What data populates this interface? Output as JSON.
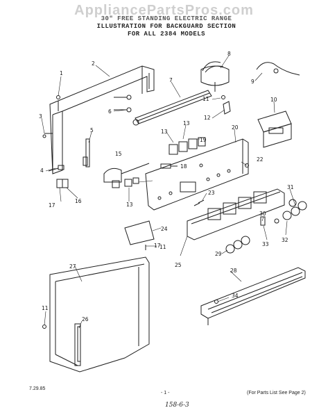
{
  "watermark": "AppliancePartsPros.com",
  "header": {
    "line1": "30\" FREE STANDING ELECTRIC RANGE",
    "line2": "ILLUSTRATION FOR BACKGUARD SECTION",
    "line3": "FOR ALL 2384 MODELS"
  },
  "callouts": [
    "1",
    "2",
    "3",
    "4",
    "5",
    "6",
    "7",
    "8",
    "9",
    "10",
    "11",
    "12",
    "13",
    "13",
    "13",
    "15",
    "16",
    "17",
    "18",
    "19",
    "20",
    "22",
    "23",
    "24",
    "11",
    "25",
    "27",
    "28",
    "29",
    "30",
    "31",
    "32",
    "33",
    "34",
    "11",
    "26",
    "17"
  ],
  "footer": {
    "date": "7.29.85",
    "page": "- 1 -",
    "note": "(For Parts List See Page 2)",
    "handwritten": "158-6-3"
  },
  "colors": {
    "line": "#1e1e1e",
    "background": "#ffffff",
    "watermark": "#cfcfcf"
  }
}
